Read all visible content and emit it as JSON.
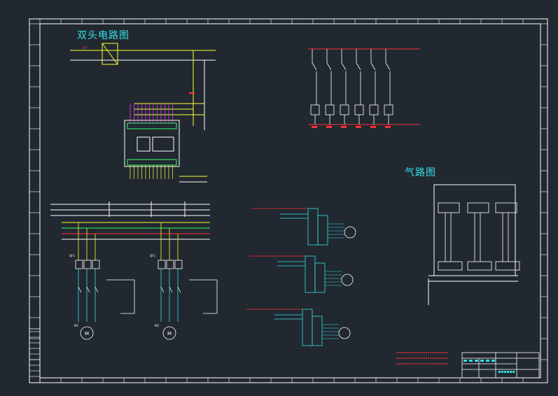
{
  "drawing": {
    "titles": {
      "circuit": "双头电路图",
      "pneumatic": "气路图"
    },
    "colors": {
      "background": "#212830",
      "frame": "#ffffff",
      "bus": "#ffff33",
      "wire_cyan": "#33e0e8",
      "wire_green": "#33ff66",
      "wire_red": "#ff3030",
      "wire_magenta": "#ff40ff"
    },
    "component_labels": {
      "breaker": "QF1",
      "breaker_2": "QF1",
      "motor_1": "M1",
      "motor_2": "M2",
      "motor_symbol": "M"
    },
    "notes_visible": true
  }
}
